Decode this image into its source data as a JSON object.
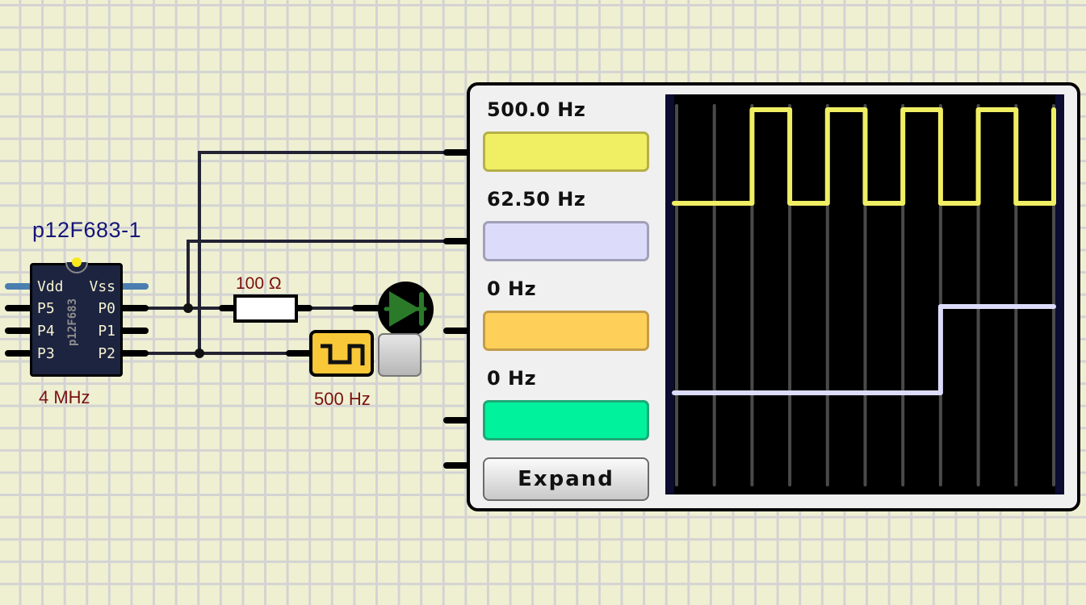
{
  "canvas": {
    "background_color": "#eff0d2",
    "grid_color": "#d3d3d3"
  },
  "mcu": {
    "name": "p12F683-1",
    "chip_label": "p12F683",
    "clock": "4 MHz",
    "pins_left": [
      "Vdd",
      "P5",
      "P4",
      "P3"
    ],
    "pins_right": [
      "Vss",
      "P0",
      "P1",
      "P2"
    ],
    "power_indicator_color": "#f8e81c"
  },
  "resistor": {
    "value": "100 Ω"
  },
  "led": {
    "color": "#2a7a2a",
    "state": "off"
  },
  "clock_source": {
    "frequency": "500 Hz",
    "color": "#f8c838"
  },
  "logic_analyzer": {
    "channels": [
      {
        "frequency": "500.0 Hz",
        "color": "#f0ef64",
        "border": "#b6b048"
      },
      {
        "frequency": "62.50 Hz",
        "color": "#dcdcfa",
        "border": "#a0a0b8"
      },
      {
        "frequency": "0 Hz",
        "color": "#fed05a",
        "border": "#c49c48"
      },
      {
        "frequency": "0 Hz",
        "color": "#00f29c",
        "border": "#1ea878"
      }
    ],
    "expand_label": "Expand",
    "display": {
      "divisions": 10,
      "traces": [
        {
          "name": "ch1",
          "color": "#f0ef64",
          "levels": [
            0,
            0,
            1,
            0,
            1,
            0,
            1,
            0,
            1,
            0,
            1
          ],
          "note": "500 Hz square wave, level per division"
        },
        {
          "name": "ch2",
          "color": "#dcdcfa",
          "levels": [
            0,
            0,
            0,
            0,
            0,
            0,
            0,
            1,
            1,
            1,
            1
          ],
          "note": "62.5 Hz, rising edge at division 7"
        }
      ]
    }
  }
}
